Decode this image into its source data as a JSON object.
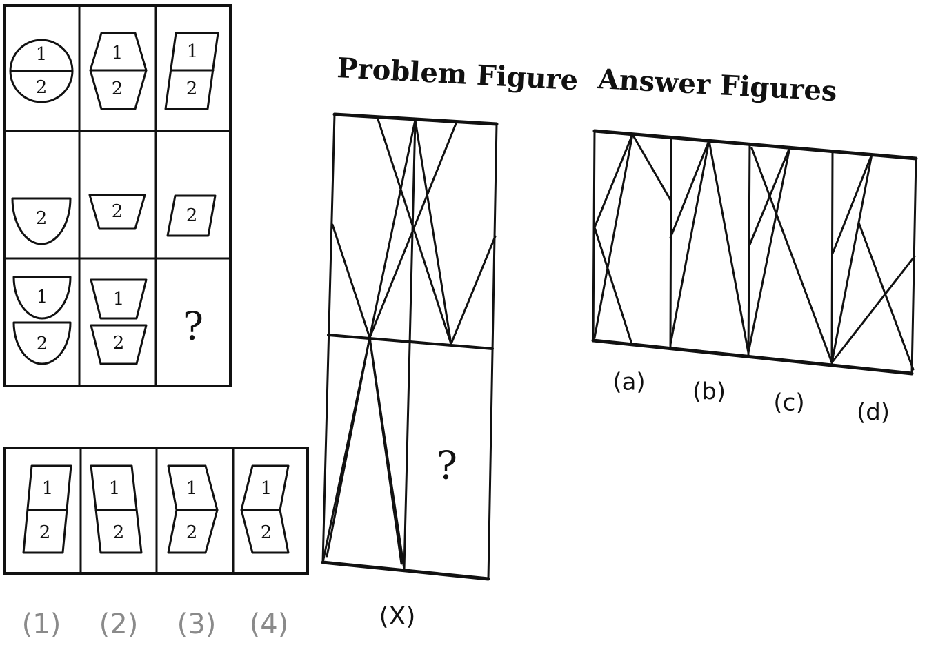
{
  "matrix": {
    "numbers": [
      "1",
      "2"
    ],
    "question_mark": "?"
  },
  "options": {
    "labels": [
      "(1)",
      "(2)",
      "(3)",
      "(4)"
    ]
  },
  "problem_figure": {
    "title": "Problem Figure",
    "question_mark": "?",
    "label": "(X)"
  },
  "answer_figures": {
    "title": "Answer Figures",
    "labels": [
      "(a)",
      "(b)",
      "(c)",
      "(d)"
    ]
  }
}
